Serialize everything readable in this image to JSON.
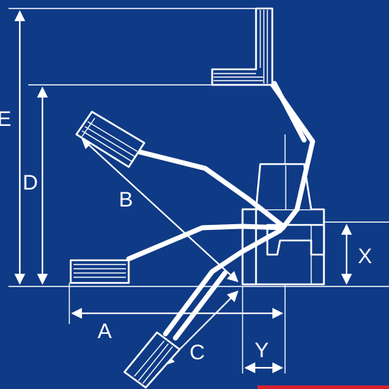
{
  "diagram": {
    "labels": {
      "A": "A",
      "B": "B",
      "C": "C",
      "D": "D",
      "E": "E",
      "X": "X",
      "Y": "Y"
    },
    "colors": {
      "background": "#0f3a86",
      "line": "#ffffff",
      "accent_strip": "#d9202e"
    }
  }
}
